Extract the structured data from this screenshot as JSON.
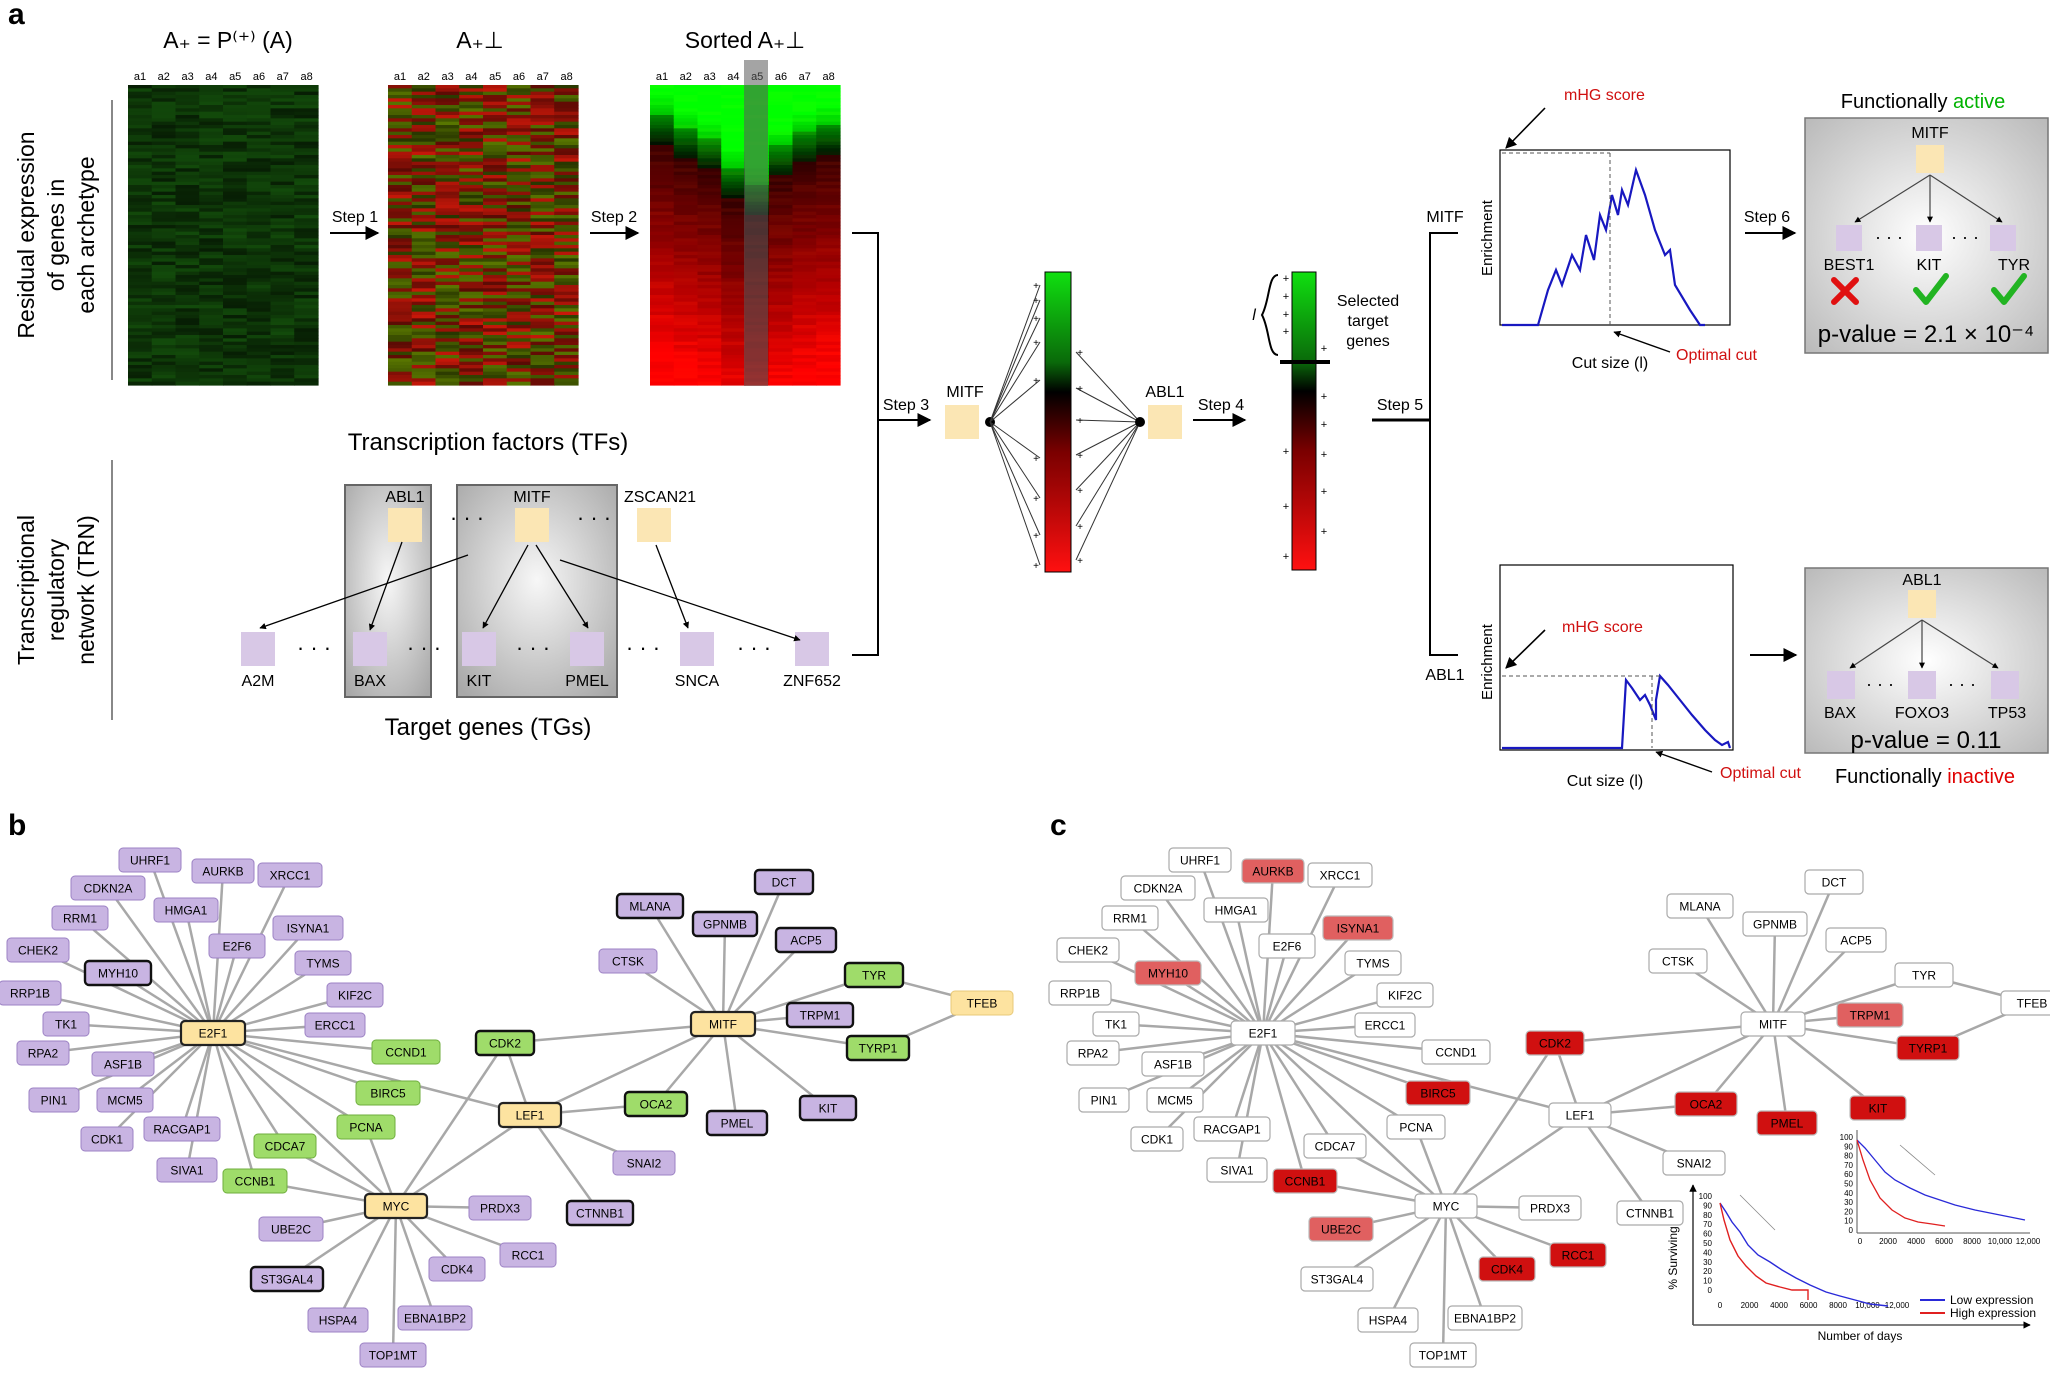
{
  "panel_a": {
    "letter": "a",
    "row1_label": [
      "Residual expression",
      "of genes in",
      "each archetype"
    ],
    "row2_label": [
      "Transcriptional",
      "regulatory",
      "network (TRN)"
    ],
    "hm1_title": "A₊ = P⁽⁺⁾ (A)",
    "hm2_title": "A₊⊥",
    "hm3_title": "Sorted A₊⊥",
    "columns": [
      "a1",
      "a2",
      "a3",
      "a4",
      "a5",
      "a6",
      "a7",
      "a8"
    ],
    "steps": [
      "Step 1",
      "Step 2",
      "Step 3",
      "Step 4",
      "Step 5",
      "Step 6"
    ],
    "tf_title": "Transcription factors (TFs)",
    "tg_title": "Target genes (TGs)",
    "tfs": [
      "ABL1",
      "MITF",
      "ZSCAN21"
    ],
    "tgs": [
      "A2M",
      "BAX",
      "KIT",
      "PMEL",
      "SNCA",
      "ZNF652"
    ],
    "mitf_label": "MITF",
    "abl1_label": "ABL1",
    "selected_label": [
      "Selected",
      "target",
      "genes"
    ],
    "selected_l": "l",
    "plot_mitf": {
      "gene": "MITF",
      "ylabel": "Enrichment",
      "xlabel": "Cut size (l)",
      "mhg": "mHG score",
      "cut": "Optimal cut"
    },
    "plot_abl1": {
      "gene": "ABL1",
      "ylabel": "Enrichment",
      "xlabel": "Cut size (l)",
      "mhg": "mHG score",
      "cut": "Optimal cut"
    },
    "active_title": {
      "prefix": "Functionally ",
      "word": "active",
      "color": "#00b200"
    },
    "inactive_title": {
      "prefix": "Functionally ",
      "word": "inactive",
      "color": "#e00000"
    },
    "active_box": {
      "tf": "MITF",
      "genes": [
        "BEST1",
        "KIT",
        "TYR"
      ],
      "pvalue": "p-value = 2.1 × 10⁻⁴"
    },
    "inactive_box": {
      "tf": "ABL1",
      "genes": [
        "BAX",
        "FOXO3",
        "TP53"
      ],
      "pvalue": "p-value = 0.11"
    }
  },
  "panel_b": {
    "letter": "b"
  },
  "panel_c": {
    "letter": "c",
    "km_ylabel": "% Surviving",
    "km_xlabel": "Number of days",
    "km_ticks_x": [
      "0",
      "2000",
      "4000",
      "6000",
      "8000",
      "10,000",
      "12,000"
    ],
    "km_ticks_y": [
      "0",
      "10",
      "20",
      "30",
      "40",
      "50",
      "60",
      "70",
      "80",
      "90",
      "100"
    ],
    "legend": [
      {
        "label": "Low expression",
        "color": "#2a2ad8"
      },
      {
        "label": "High expression",
        "color": "#e02020"
      }
    ]
  },
  "network": {
    "hubs": [
      "E2F1",
      "MITF",
      "LEF1",
      "MYC",
      "TFEB"
    ],
    "nodes": [
      {
        "name": "UHRF1",
        "b": "purple",
        "c": "white"
      },
      {
        "name": "AURKB",
        "b": "purple",
        "c": "red"
      },
      {
        "name": "XRCC1",
        "b": "purple",
        "c": "white"
      },
      {
        "name": "CDKN2A",
        "b": "purple",
        "c": "white"
      },
      {
        "name": "HMGA1",
        "b": "purple",
        "c": "white"
      },
      {
        "name": "RRM1",
        "b": "purple",
        "c": "white"
      },
      {
        "name": "ISYNA1",
        "b": "purple",
        "c": "red"
      },
      {
        "name": "E2F6",
        "b": "purple",
        "c": "white"
      },
      {
        "name": "CHEK2",
        "b": "purple",
        "c": "white"
      },
      {
        "name": "MYH10",
        "b": "purple_bold",
        "c": "red"
      },
      {
        "name": "TYMS",
        "b": "purple",
        "c": "white"
      },
      {
        "name": "KIF2C",
        "b": "purple",
        "c": "white"
      },
      {
        "name": "RRP1B",
        "b": "purple",
        "c": "white"
      },
      {
        "name": "TK1",
        "b": "purple",
        "c": "white"
      },
      {
        "name": "E2F1",
        "b": "hub",
        "c": "white"
      },
      {
        "name": "ERCC1",
        "b": "purple",
        "c": "white"
      },
      {
        "name": "RPA2",
        "b": "purple",
        "c": "white"
      },
      {
        "name": "ASF1B",
        "b": "purple",
        "c": "white"
      },
      {
        "name": "CCND1",
        "b": "green",
        "c": "white"
      },
      {
        "name": "PIN1",
        "b": "purple",
        "c": "white"
      },
      {
        "name": "MCM5",
        "b": "purple",
        "c": "white"
      },
      {
        "name": "BIRC5",
        "b": "green",
        "c": "red"
      },
      {
        "name": "CDK1",
        "b": "purple",
        "c": "white"
      },
      {
        "name": "RACGAP1",
        "b": "purple",
        "c": "white"
      },
      {
        "name": "PCNA",
        "b": "green",
        "c": "white"
      },
      {
        "name": "CDCA7",
        "b": "green",
        "c": "white"
      },
      {
        "name": "SIVA1",
        "b": "purple",
        "c": "white"
      },
      {
        "name": "CCNB1",
        "b": "green",
        "c": "red"
      },
      {
        "name": "UBE2C",
        "b": "purple",
        "c": "red"
      },
      {
        "name": "ST3GAL4",
        "b": "purple_bold",
        "c": "white"
      },
      {
        "name": "HSPA4",
        "b": "purple",
        "c": "white"
      },
      {
        "name": "TOP1MT",
        "b": "purple",
        "c": "white"
      },
      {
        "name": "EBNA1BP2",
        "b": "purple",
        "c": "white"
      },
      {
        "name": "CDK4",
        "b": "purple",
        "c": "red"
      },
      {
        "name": "RCC1",
        "b": "purple",
        "c": "red"
      },
      {
        "name": "PRDX3",
        "b": "purple",
        "c": "white"
      },
      {
        "name": "MYC",
        "b": "hub",
        "c": "white"
      },
      {
        "name": "CDK2",
        "b": "green_bold",
        "c": "red"
      },
      {
        "name": "LEF1",
        "b": "hub",
        "c": "white"
      },
      {
        "name": "CTNNB1",
        "b": "purple_bold",
        "c": "white"
      },
      {
        "name": "SNAI2",
        "b": "purple",
        "c": "white"
      },
      {
        "name": "OCA2",
        "b": "green_bold",
        "c": "red"
      },
      {
        "name": "PMEL",
        "b": "purple_bold",
        "c": "red"
      },
      {
        "name": "KIT",
        "b": "purple_bold",
        "c": "red"
      },
      {
        "name": "MITF",
        "b": "hub",
        "c": "white"
      },
      {
        "name": "TRPM1",
        "b": "purple_bold",
        "c": "red"
      },
      {
        "name": "TYRP1",
        "b": "green_bold",
        "c": "red"
      },
      {
        "name": "TYR",
        "b": "green_bold",
        "c": "white"
      },
      {
        "name": "TFEB",
        "b": "hub",
        "c": "white"
      },
      {
        "name": "ACP5",
        "b": "purple_bold",
        "c": "white"
      },
      {
        "name": "DCT",
        "b": "purple_bold",
        "c": "white"
      },
      {
        "name": "GPNMB",
        "b": "purple_bold",
        "c": "white"
      },
      {
        "name": "MLANA",
        "b": "purple_bold",
        "c": "white"
      },
      {
        "name": "CTSK",
        "b": "purple",
        "c": "white"
      }
    ]
  },
  "colors": {
    "purple": "#c8b4e2",
    "purple_stroke": "#9c82c4",
    "green": "#9fdc6a",
    "green_stroke": "#6fae3e",
    "hub": "#fde3a0",
    "hub_stroke": "#222222",
    "red_dark": "#d01010",
    "red_light": "#e06060",
    "tf_box": "#fbe6b4",
    "tg_box": "#d8c8e6"
  }
}
